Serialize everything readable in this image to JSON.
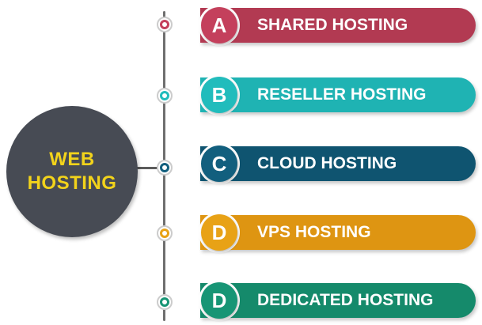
{
  "hub": {
    "line1": "WEB",
    "line2": "HOSTING",
    "background": "#474b54",
    "text_color": "#f2d31b"
  },
  "items": [
    {
      "letter": "A",
      "label": "SHARED HOSTING",
      "color": "#b23a52",
      "letter_color": "#c4405c"
    },
    {
      "letter": "B",
      "label": "RESELLER HOSTING",
      "color": "#1fb3b3",
      "letter_color": "#21bcbc"
    },
    {
      "letter": "C",
      "label": "CLOUD HOSTING",
      "color": "#0f5470",
      "letter_color": "#125f7e"
    },
    {
      "letter": "D",
      "label": "VPS HOSTING",
      "color": "#de9512",
      "letter_color": "#e8a216"
    },
    {
      "letter": "D",
      "label": "DEDICATED HOSTING",
      "color": "#158a6b",
      "letter_color": "#179575"
    }
  ]
}
